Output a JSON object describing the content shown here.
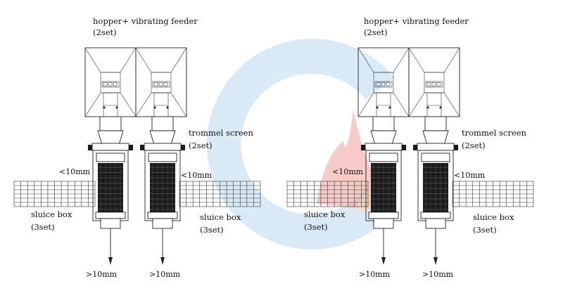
{
  "watermark": {
    "ring_color": "#bcd8ee",
    "flame_color": "#e4574a",
    "accent_color": "#f2c48c"
  },
  "left_group": {
    "hopper_label": "hopper+ vibrating feeder",
    "hopper_qty": "(2set)",
    "trommel_label": "trommel screen",
    "trommel_qty": "(2set)",
    "sluice_a_label": "sluice box",
    "sluice_a_qty": "(3set)",
    "sluice_b_label": "sluice box",
    "sluice_b_qty": "(3set)",
    "undersize_a": "<10mm",
    "undersize_b": "<10mm",
    "oversize_a": ">10mm",
    "oversize_b": ">10mm"
  },
  "right_group": {
    "hopper_label": "hopper+ vibrating feeder",
    "hopper_qty": "(2set)",
    "trommel_label": "trommel screen",
    "trommel_qty": "(2set)",
    "sluice_a_label": "sluice box",
    "sluice_a_qty": "(3set)",
    "sluice_b_label": "sluice box",
    "sluice_b_qty": "(3set)",
    "undersize_a": "<10mm",
    "undersize_b": "<10mm",
    "oversize_a": ">10mm",
    "oversize_b": ">10mm"
  }
}
